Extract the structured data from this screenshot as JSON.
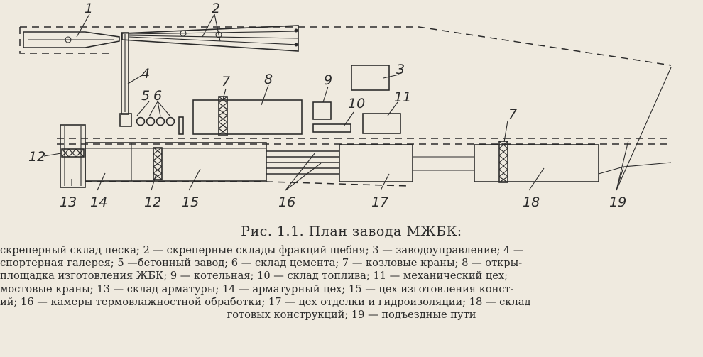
{
  "labels": {
    "n1": "1",
    "n2": "2",
    "n3": "3",
    "n4": "4",
    "n5": "5",
    "n6": "6",
    "n7a": "7",
    "n7b": "7",
    "n8": "8",
    "n9": "9",
    "n10": "10",
    "n11": "11",
    "n12a": "12",
    "n12b": "12",
    "n13": "13",
    "n14": "14",
    "n15": "15",
    "n16": "16",
    "n17": "17",
    "n18": "18",
    "n19": "19"
  },
  "caption": "Рис. 1.1. План завода МЖБК:",
  "legend": [
    "скреперный склад песка; 2 — скреперные склады фракций  щебня; 3 — заводоуправление; 4 —",
    "спортерная галерея; 5 —бетонный завод; 6 — склад цемента; 7 — козловые краны; 8 — откры-",
    "площадка изготовления ЖБК; 9 — котельная; 10 — склад топлива; 11 — механический цех;",
    "мостовые краны; 13 — склад арматуры; 14 — арматурный цех; 15 — цех изготовления конст-",
    "ий; 16 — камеры термовлажностной обработки; 17 — цех отделки и гидроизоляции; 18 — склад",
    "готовых конструкций; 19 — подъездные пути"
  ]
}
